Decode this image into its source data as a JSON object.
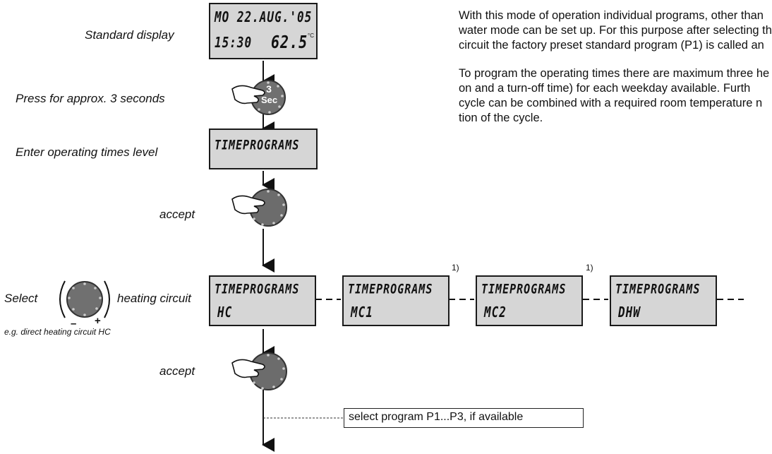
{
  "steps": {
    "standard_display": "Standard display",
    "press_hold": "Press for approx. 3 seconds",
    "enter_level": "Enter operating times level",
    "accept1": "accept",
    "select_word": "Select",
    "heating_circuit": "heating circuit",
    "example": "e.g. direct heating circuit HC",
    "accept2": "accept"
  },
  "dial": {
    "minus": "–",
    "plus": "+",
    "knob_text_top": "3",
    "knob_text_bottom": "Sec"
  },
  "displays": {
    "standard": {
      "line1": "MO 22.AUG.'05",
      "line2_time": "15:30",
      "line2_temp": "62.5",
      "unit": "°C"
    },
    "timeprograms_title": "TIMEPROGRAMS",
    "hc": "HC",
    "mc1": "MC1",
    "mc2": "MC2",
    "dhw": "DHW"
  },
  "footnote_marks": [
    "1)",
    "1)"
  ],
  "description": [
    "With this mode of operation individual programs, other than",
    "water mode can be set up. For this purpose after selecting th",
    "circuit the factory preset standard program (P1) is called an",
    "",
    "To program the operating times there are maximum three he",
    "on and a turn-off time) for each weekday available. Furth",
    "cycle can be combined with a required room temperature n",
    "tion of the cycle."
  ],
  "option_box": "select program P1...P3, if available"
}
